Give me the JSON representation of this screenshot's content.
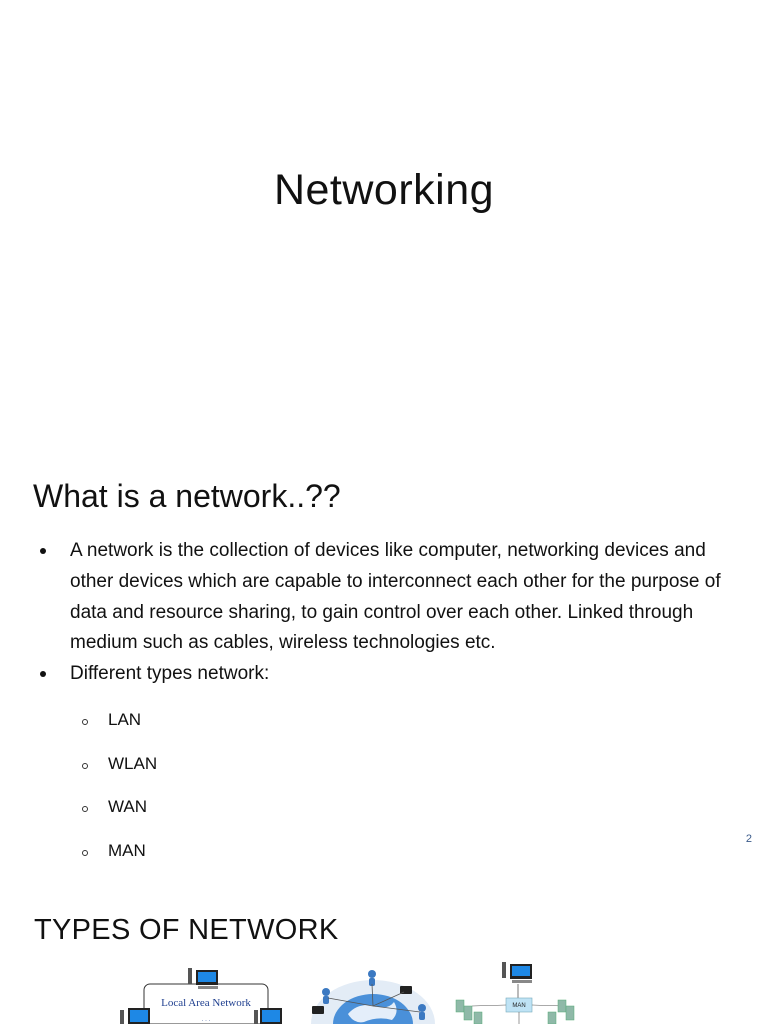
{
  "slide1": {
    "title": "Networking"
  },
  "slide2": {
    "heading": "What is a network..??",
    "bullets": [
      "A network is the collection of devices like computer, networking devices and other devices which are capable to interconnect each other for the purpose of data and resource sharing, to gain control over each other. Linked through medium such as cables, wireless technologies etc.",
      "Different types network:"
    ],
    "sub_items": [
      "LAN",
      "WLAN",
      "WAN",
      "MAN"
    ],
    "page_number": "2"
  },
  "slide3": {
    "heading": "TYPES OF NETWORK",
    "lan_label": "Local Area Network",
    "man_label": "MAN"
  },
  "colors": {
    "text": "#111111",
    "page_number": "#3a5a8a",
    "lan_label": "#1f3f8f",
    "monitor_screen": "#1e88e5",
    "globe": "#4a90d9"
  }
}
